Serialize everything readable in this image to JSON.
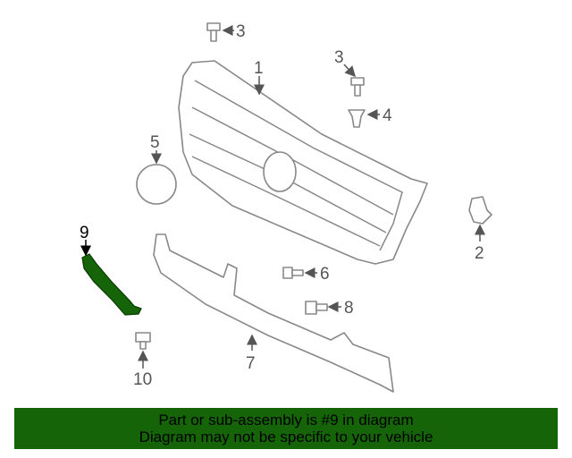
{
  "diagram": {
    "callouts": [
      "1",
      "2",
      "3",
      "3",
      "4",
      "5",
      "6",
      "7",
      "8",
      "9",
      "10"
    ],
    "highlight_color": "#156408",
    "highlighted_part": "9"
  },
  "banner": {
    "line1": "Part or sub-assembly is #9 in diagram",
    "line2": "Diagram may not be specific to your vehicle",
    "background": "#156408"
  }
}
